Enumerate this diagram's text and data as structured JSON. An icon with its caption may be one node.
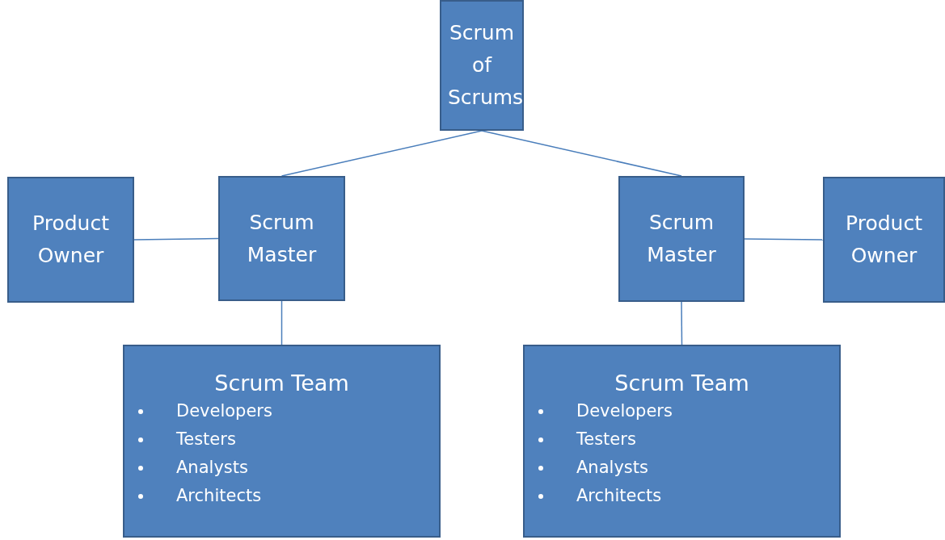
{
  "diagram": {
    "nodes": [
      {
        "text": [
          "Scrum of Scrums"
        ]
      },
      {
        "text": [
          "Product Owner"
        ]
      },
      {
        "text": [
          "Scrum Master"
        ]
      },
      {
        "text": [
          "Scrum Master"
        ]
      },
      {
        "text": [
          "Product Owner"
        ]
      },
      {
        "text": [
          "Scrum Team",
          "Developers",
          "Testers",
          "Analysts",
          "Architects"
        ]
      },
      {
        "text": [
          "Scrum Team",
          "Developers",
          "Testers",
          "Analysts",
          "Architects"
        ]
      }
    ],
    "edges": [
      {
        "from": 0,
        "to": 2,
        "arrow": "none"
      },
      {
        "from": 0,
        "to": 3,
        "arrow": "none"
      },
      {
        "from": 1,
        "to": 2,
        "arrow": "none"
      },
      {
        "from": 3,
        "to": 4,
        "arrow": "none"
      },
      {
        "from": 2,
        "to": 5,
        "arrow": "none"
      },
      {
        "from": 3,
        "to": 6,
        "arrow": "none"
      }
    ]
  }
}
